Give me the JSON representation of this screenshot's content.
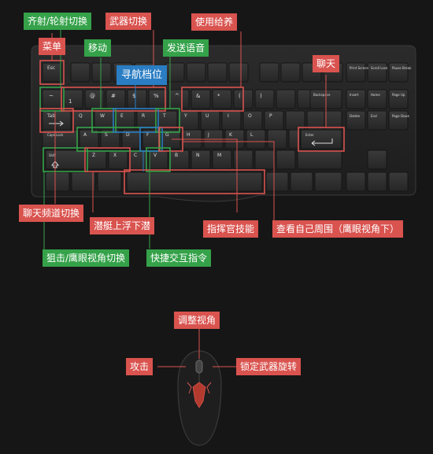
{
  "keyboard": {
    "keys": {
      "esc": "Esc",
      "tilde": "~",
      "one": "1",
      "two": "@",
      "three": "#",
      "four": "$",
      "five": "%",
      "six": "^",
      "seven": "&",
      "eight": "*",
      "nine": "(",
      "zero": ")",
      "tab": "Tab",
      "q": "Q",
      "w": "W",
      "e": "E",
      "r": "R",
      "t": "T",
      "y": "Y",
      "u": "U",
      "i": "I",
      "o": "O",
      "p": "P",
      "caps": "Caps Lock",
      "a": "A",
      "s": "S",
      "d": "D",
      "f": "F",
      "g": "G",
      "h": "H",
      "j": "J",
      "k": "K",
      "l": "L",
      "enter": "Enter",
      "shift": "Shift",
      "z": "Z",
      "x": "X",
      "c": "C",
      "v": "V",
      "b": "B",
      "n": "N",
      "m": "M",
      "backspace": "Backspace",
      "prtsc": "Print Screen",
      "scroll": "Scroll Lock",
      "pause": "Pause Break",
      "insert": "Insert",
      "home": "Home",
      "pgup": "Page Up",
      "delete": "Delete",
      "end": "End",
      "pgdn": "Page Down"
    }
  },
  "labels": {
    "qishe": "齐射/轮射切换",
    "menu": "菜单",
    "weapon_switch": "武器切换",
    "move": "移动",
    "send_voice": "发送语音",
    "use_supply": "使用给养",
    "chat": "聊天",
    "nav_gear": "寻航档位",
    "chat_channel": "聊天频道切换",
    "submarine": "潜艇上浮下潜",
    "commander_skill": "指挥官技能",
    "look_around": "查看自己周围（鹰眼视角下）",
    "sniper": "狙击/鹰眼视角切换",
    "quick_cmd": "快捷交互指令",
    "adjust_view": "调整视角",
    "attack": "攻击",
    "lock_weapon": "锁定武器旋转"
  },
  "colors": {
    "red": "#d9534f",
    "green": "#35a24a",
    "blue": "#2a7dc3",
    "background": "#161616"
  }
}
